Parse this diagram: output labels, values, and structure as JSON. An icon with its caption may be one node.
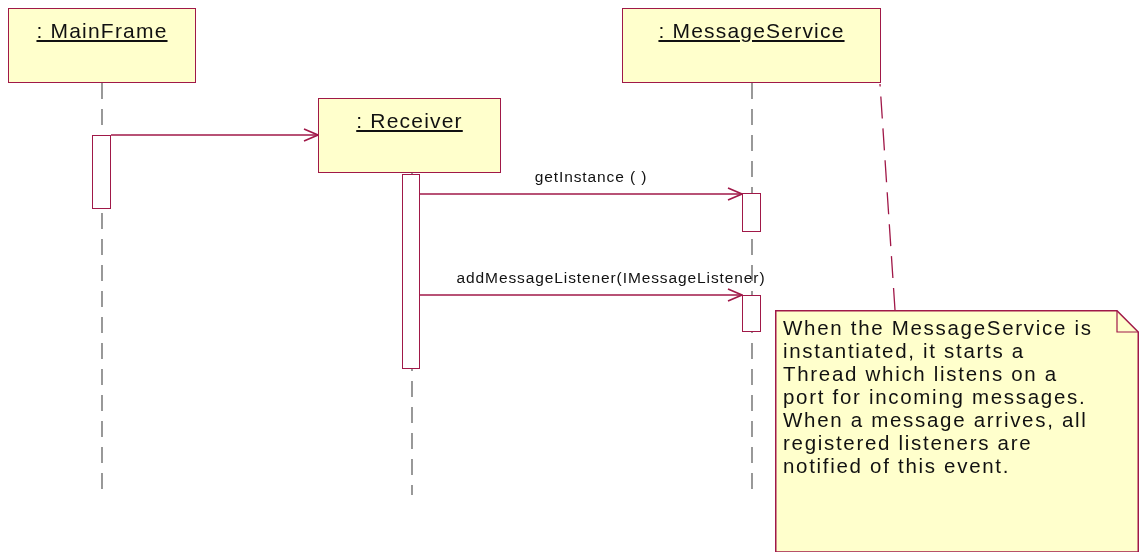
{
  "diagram": {
    "nodes": [
      {
        "text": [
          ": MainFrame"
        ]
      },
      {
        "text": [
          ": MessageService"
        ]
      },
      {
        "text": [
          ": Receiver"
        ]
      },
      {
        "text": [
          "When the MessageService is instantiated, it starts a Thread which listens on a port for incoming messages. When a message arrives, all registered listeners are notified of this event."
        ]
      },
      {
        "text": [],
        "shape": "bar"
      },
      {
        "text": [],
        "shape": "bar"
      },
      {
        "text": [],
        "shape": "bar"
      },
      {
        "text": [],
        "shape": "bar"
      }
    ],
    "edges": [
      {
        "from": 4,
        "to": 2,
        "arrow": "to"
      },
      {
        "from": 5,
        "to": 6,
        "arrow": "to",
        "label": "getInstance ( )"
      },
      {
        "from": 5,
        "to": 7,
        "arrow": "to",
        "label": "addMessageListener(IMessageListener)"
      },
      {
        "from": 3,
        "to": 1,
        "arrow": "none",
        "style": "dashed"
      }
    ]
  }
}
